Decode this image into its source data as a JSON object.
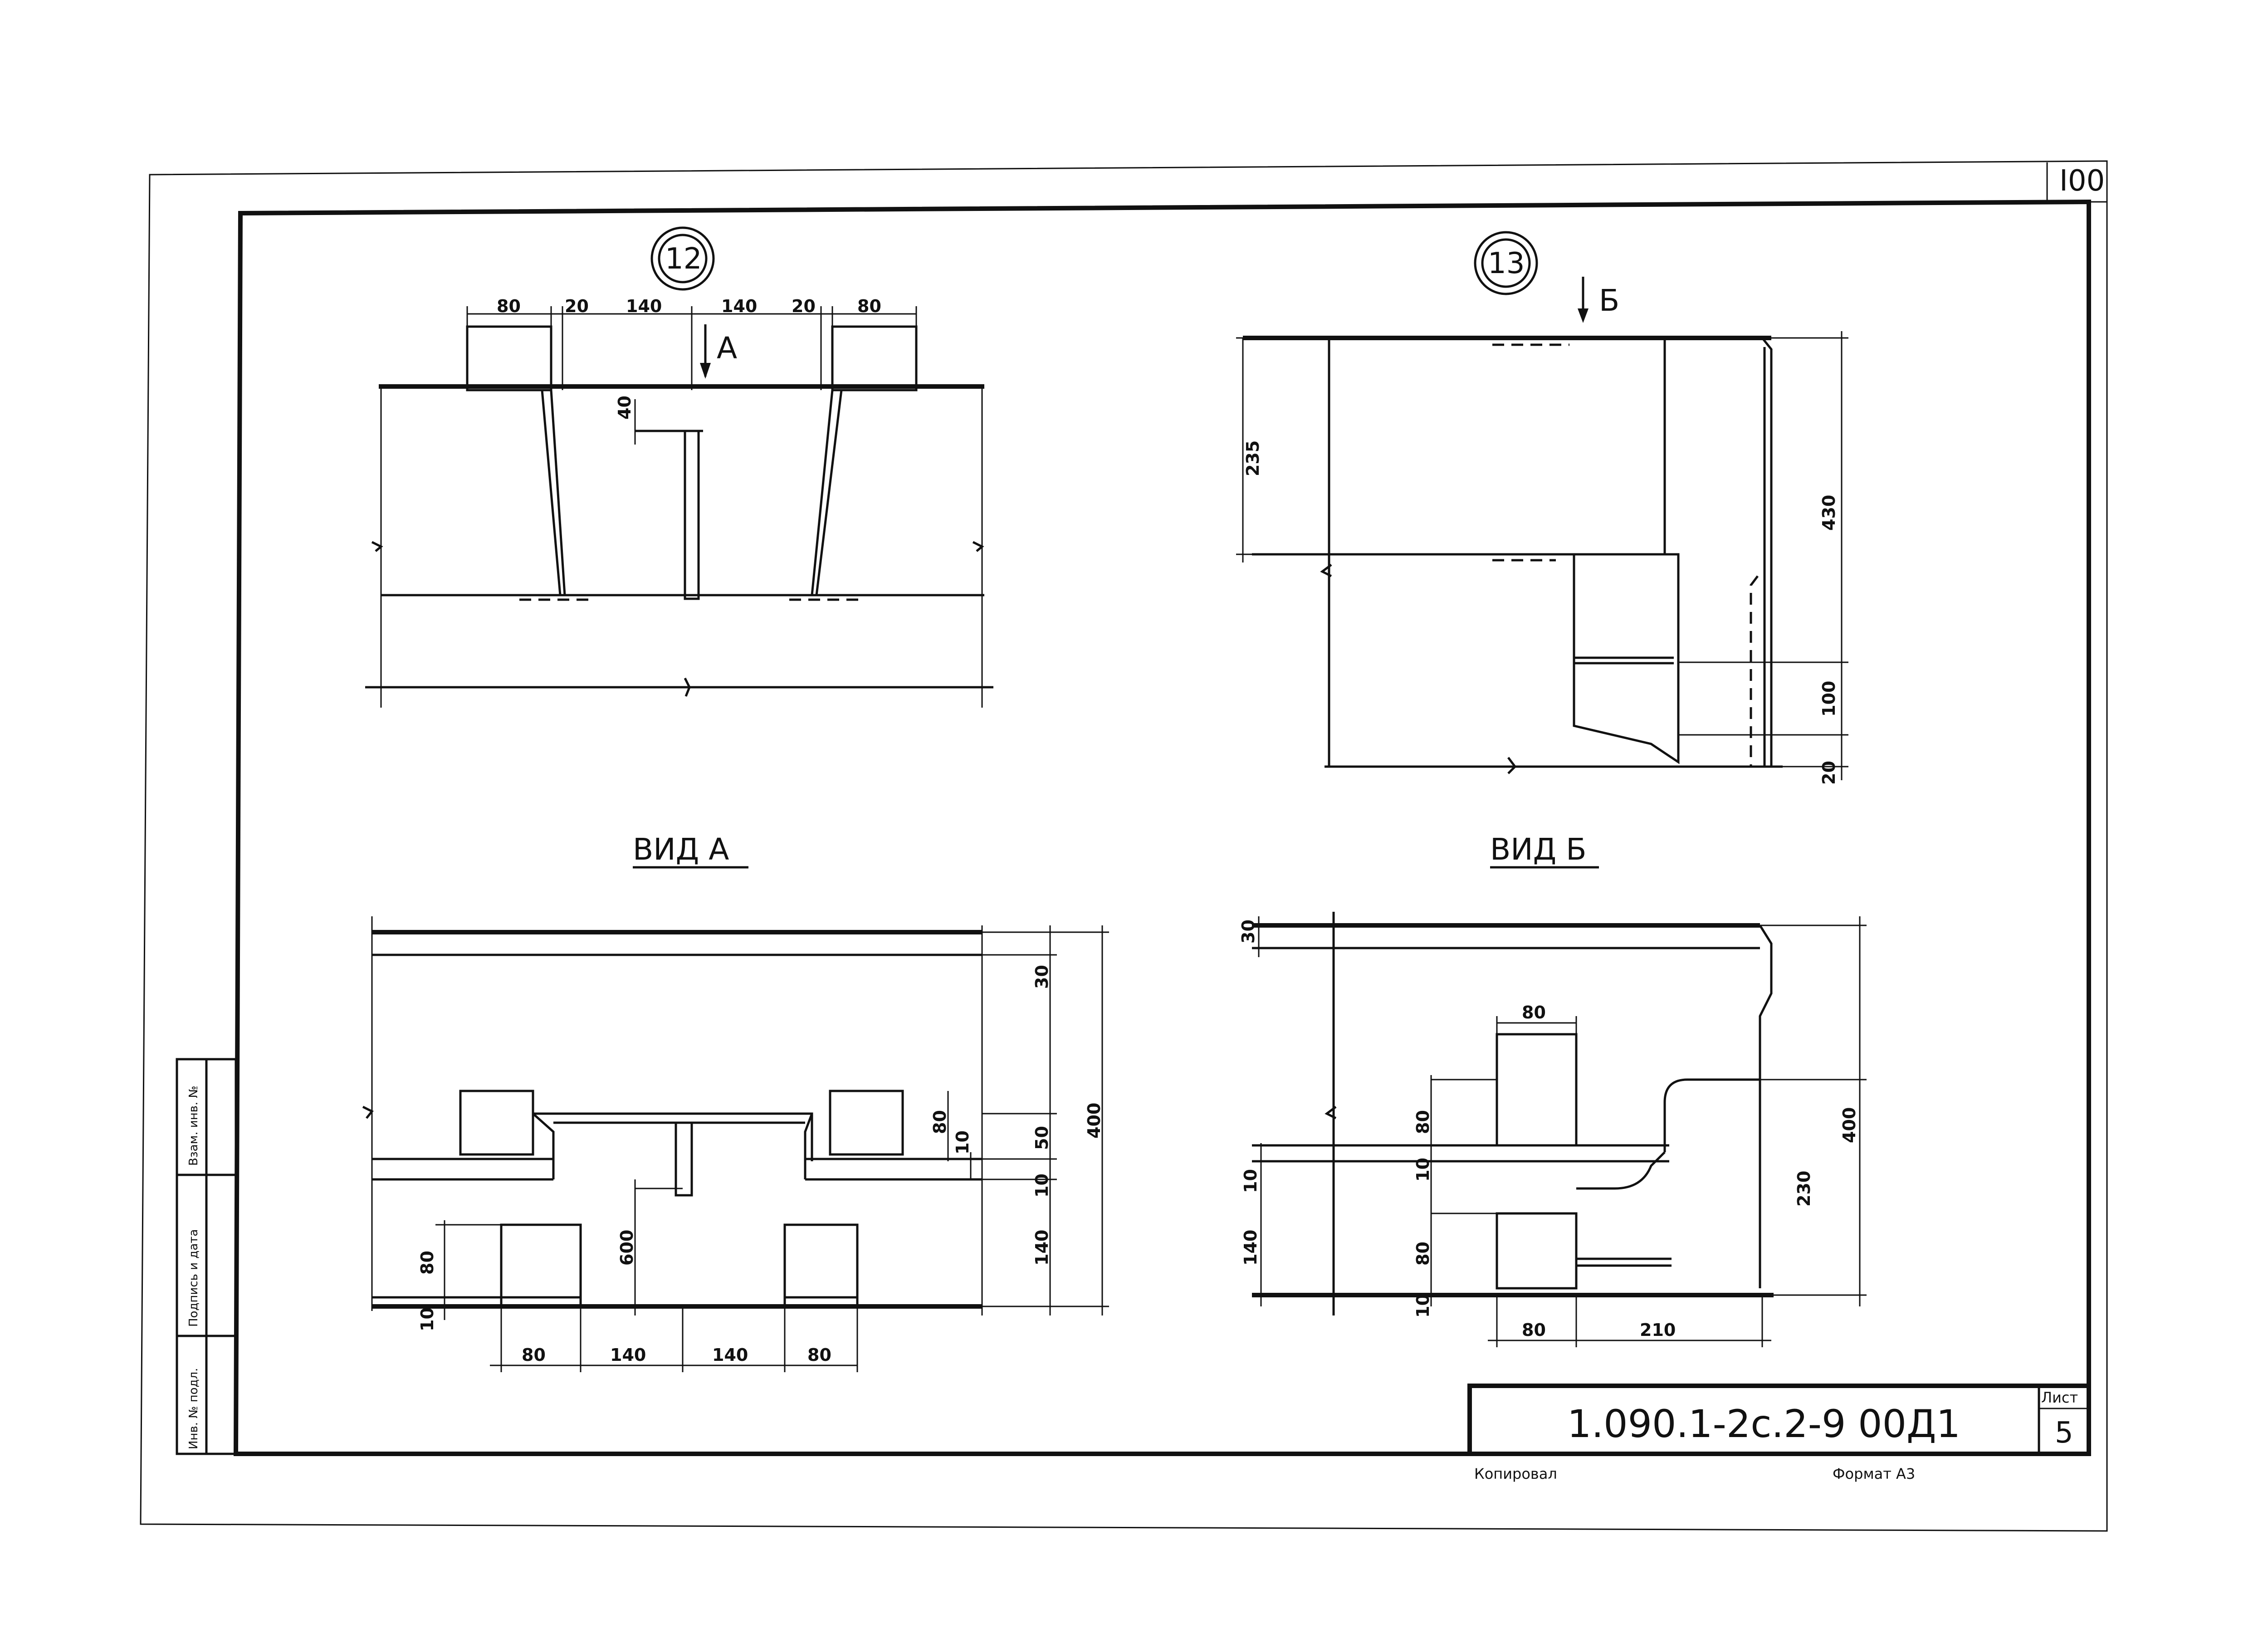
{
  "sheet_corner_number": "I00",
  "details": [
    {
      "number": "12",
      "view_arrow": "А"
    },
    {
      "number": "13",
      "view_arrow": "Б"
    }
  ],
  "views": {
    "a_title": "ВИД А",
    "b_title": "ВИД Б"
  },
  "dims": {
    "d12": {
      "top": [
        "80",
        "20",
        "140",
        "140",
        "20",
        "80"
      ],
      "v": "40"
    },
    "d13": {
      "left": "235",
      "right": [
        "430",
        "100",
        "20"
      ]
    },
    "va": {
      "right": [
        "30",
        "50",
        "10",
        "140",
        "400"
      ],
      "mid": [
        "80",
        "10"
      ],
      "left": [
        "80",
        "10"
      ],
      "center": "600",
      "bottom": [
        "80",
        "140",
        "140",
        "80"
      ]
    },
    "vb": {
      "top": "30",
      "left": [
        "80",
        "10",
        "10",
        "140",
        "80",
        "10"
      ],
      "top80": "80",
      "bottom": [
        "80",
        "210"
      ],
      "right": [
        "400",
        "230"
      ]
    }
  },
  "side_stamp": [
    "Инв. № подл.",
    "Подпись и дата",
    "Взам. инв. №"
  ],
  "title_block": {
    "code": "1.090.1-2с.2-9  00Д1",
    "sheet_label": "Лист",
    "sheet_number": "5"
  },
  "footer": {
    "left": "Копировал",
    "right": "Формат А3"
  }
}
